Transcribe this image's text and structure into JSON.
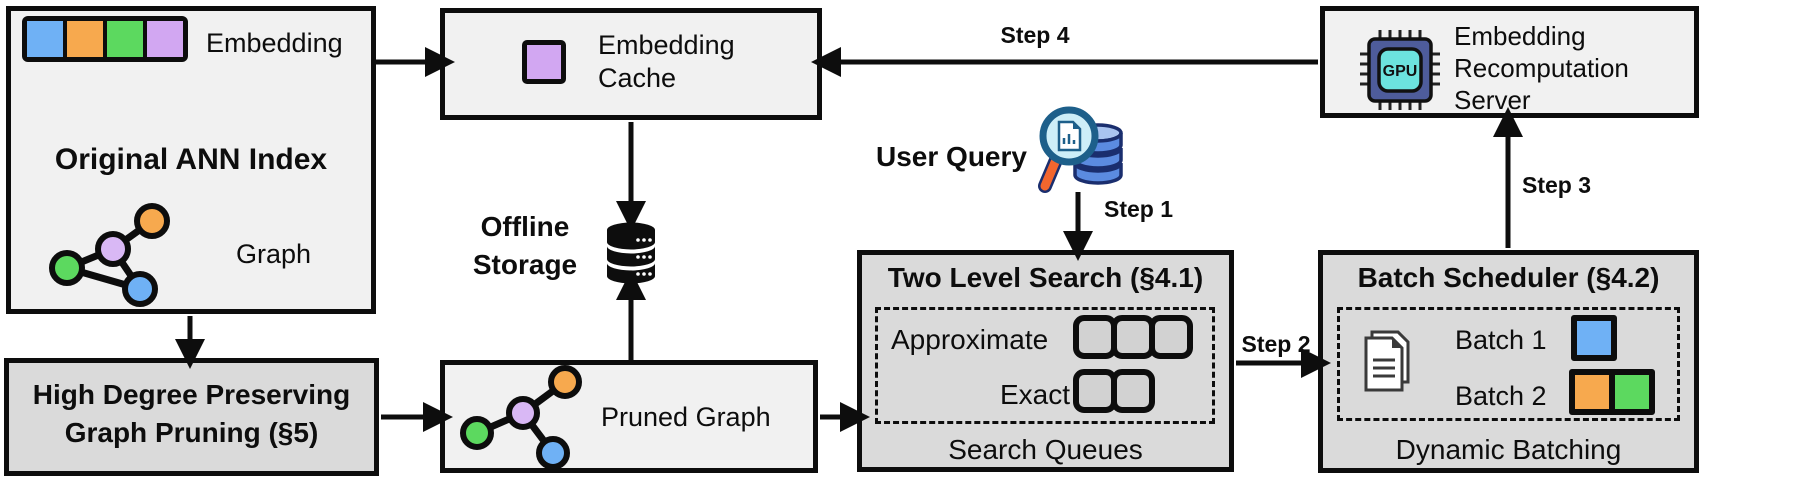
{
  "colors": {
    "blue": "#6FB1F5",
    "orange": "#F7A94E",
    "green": "#5CD95F",
    "purple": "#D2A7F2",
    "purple_light": "#D9B8F5",
    "box_light": "#F1F1F1",
    "box_gray": "#DADADA",
    "queue_fill": "#D2D2D2",
    "chip_body": "#4E5C9B",
    "chip_core": "#6CE3DE",
    "lens_rim": "#1D5F8A",
    "lens_fill": "#CDEEF8",
    "handle": "#F2662E",
    "db_blue": "#5B8BE0",
    "db_light": "#A9C4F0",
    "db_dark": "#1A2E6E",
    "ink": "#0D0D0D"
  },
  "ann_index": {
    "title": "Original ANN Index",
    "embedding_label": "Embedding",
    "embedding_colors": [
      "#6FB1F5",
      "#F7A94E",
      "#5CD95F",
      "#D2A7F2"
    ],
    "graph_label": "Graph"
  },
  "embedding_cache": {
    "label": "Embedding\nCache"
  },
  "offline_storage": {
    "label": "Offline\nStorage"
  },
  "high_degree_pruning": {
    "label": "High Degree Preserving\nGraph Pruning (§5)"
  },
  "pruned_graph": {
    "label": "Pruned Graph"
  },
  "user_query": {
    "label": "User Query"
  },
  "steps": {
    "step1": "Step 1",
    "step2": "Step 2",
    "step3": "Step 3",
    "step4": "Step 4"
  },
  "two_level_search": {
    "title": "Two Level Search (§4.1)",
    "approximate_label": "Approximate",
    "approximate_queues": [
      "#D2D2D2",
      "#D2D2D2",
      "#D2D2D2"
    ],
    "exact_label": "Exact",
    "exact_queues": [
      "#D2D2D2",
      "#D2D2D2"
    ],
    "footer": "Search Queues"
  },
  "batch_scheduler": {
    "title": "Batch Scheduler (§4.2)",
    "batch1_label": "Batch 1",
    "batch1_colors": [
      "#6FB1F5"
    ],
    "batch2_label": "Batch 2",
    "batch2_colors": [
      "#F7A94E",
      "#5CD95F"
    ],
    "footer": "Dynamic Batching"
  },
  "recomputation_server": {
    "label": "Embedding\nRecomputation\nServer",
    "chip_text": "GPU"
  }
}
